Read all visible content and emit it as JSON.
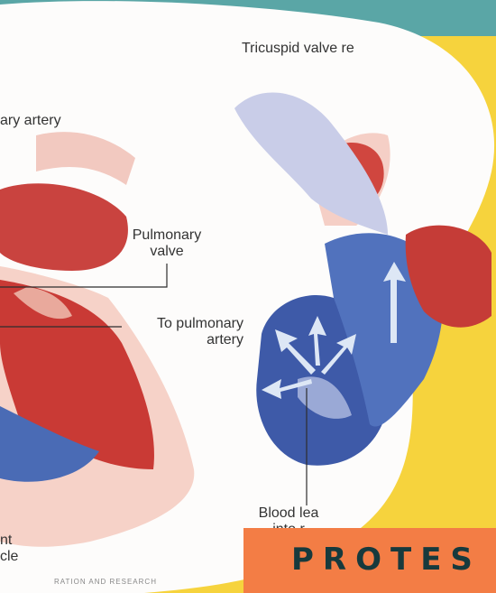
{
  "labels": {
    "top_right": "Tricuspid valve re",
    "artery_left": "ary artery",
    "pulmonary_valve": "Pulmonary\nvalve",
    "to_pulmonary": "To pulmonary\nartery",
    "blood_leak": "Blood lea\ninto r",
    "ventricle": "nt\ncle"
  },
  "banner": {
    "text": "PROTES"
  },
  "footnote": "RATION AND RESEARCH",
  "colors": {
    "background": "#f6d33d",
    "teal": "#5aa6a6",
    "orange": "#f37d45",
    "brand_text": "#173a3d"
  }
}
